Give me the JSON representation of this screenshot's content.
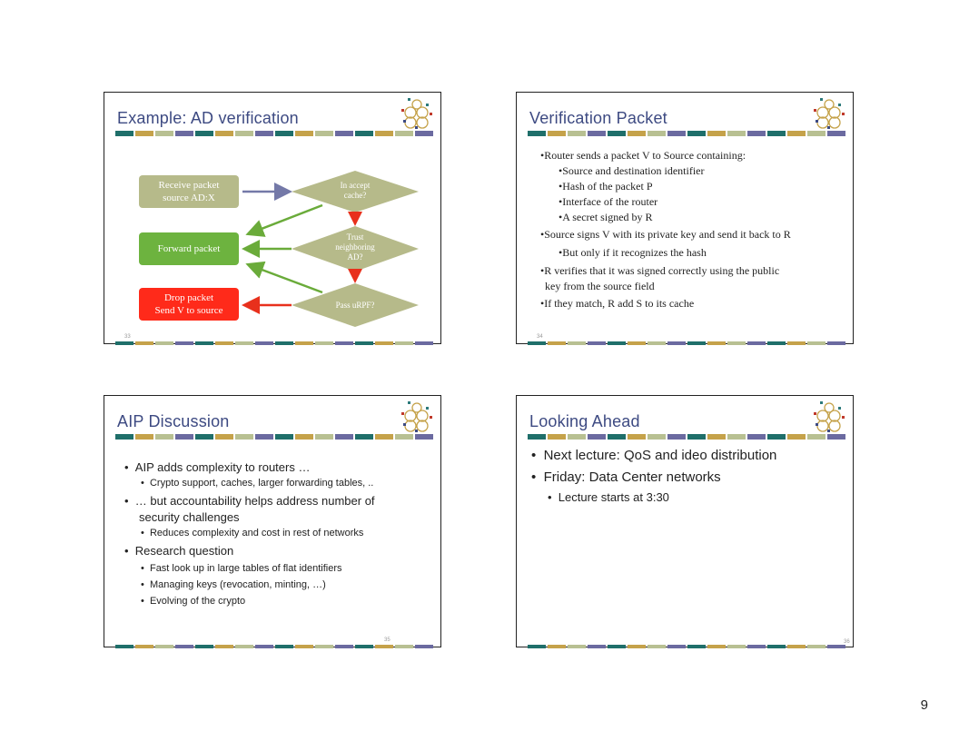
{
  "page_number": "9",
  "colors": {
    "title": "#3d4a82",
    "teal": "#1f6f6a",
    "gold": "#c5a24a",
    "sage": "#b8c092",
    "purple": "#6b6aa0",
    "olive_box": "#b6ba8a",
    "green_box": "#6db33f",
    "red_box": "#ff2a1a",
    "arrow_green": "#6aab3a",
    "arrow_red": "#e8301c",
    "arrow_slate": "#7479a8"
  },
  "slides": [
    {
      "title": "Example: AD verification",
      "number": "33",
      "boxes": {
        "receive": [
          "Receive packet",
          "source AD:X"
        ],
        "forward": "Forward packet",
        "drop": [
          "Drop packet",
          "Send V to source"
        ]
      },
      "diamonds": {
        "cache": [
          "In accept",
          "cache?"
        ],
        "trust": [
          "Trust",
          "neighboring",
          "AD?"
        ],
        "urpf": "Pass uRPF?"
      }
    },
    {
      "title": "Verification Packet",
      "number": "34",
      "bullets": [
        "Router sends a packet V to Source containing:",
        "Source and destination identifier",
        "Hash of the packet P",
        "Interface of the router",
        "A secret signed by R",
        "Source signs V with its private key and send it back to R",
        "But only if it recognizes the hash",
        "R verifies that it was signed correctly using the public",
        "key from the source field",
        "If they match, R add S to its cache"
      ]
    },
    {
      "title": "AIP Discussion",
      "number": "35",
      "bullets": [
        "AIP adds complexity to routers …",
        "Crypto support, caches, larger forwarding tables, ..",
        "… but accountability helps address number of",
        "security challenges",
        "Reduces complexity and cost in rest of networks",
        "Research question",
        "Fast look up in large tables of flat identifiers",
        "Managing keys (revocation, minting, …)",
        "Evolving of the crypto"
      ]
    },
    {
      "title": "Looking Ahead",
      "number": "36",
      "bullets": [
        "Next lecture: QoS and ideo distribution",
        "Friday: Data Center networks",
        "Lecture starts at 3:30"
      ]
    }
  ]
}
